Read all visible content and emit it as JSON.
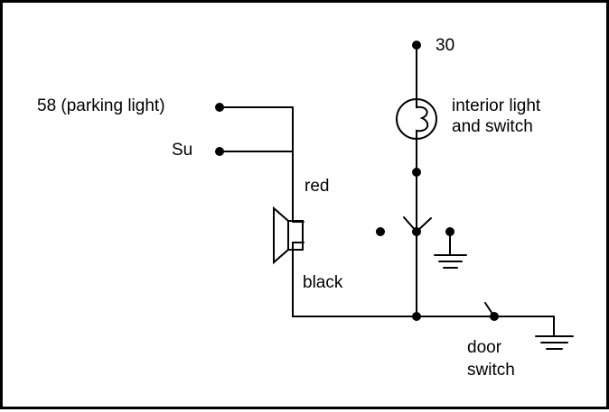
{
  "labels": {
    "terminal_30": "30",
    "interior_light_line1": "interior light",
    "interior_light_line2": "and switch",
    "parking_light": "58 (parking light)",
    "su": "Su",
    "wire_red": "red",
    "wire_black": "black",
    "door_switch_line1": "door",
    "door_switch_line2": "switch"
  },
  "colors": {
    "line": "#000000",
    "background": "#ffffff"
  },
  "icons": [
    "lamp-symbol",
    "buzzer-symbol",
    "ground-symbol",
    "switch-symbol"
  ]
}
